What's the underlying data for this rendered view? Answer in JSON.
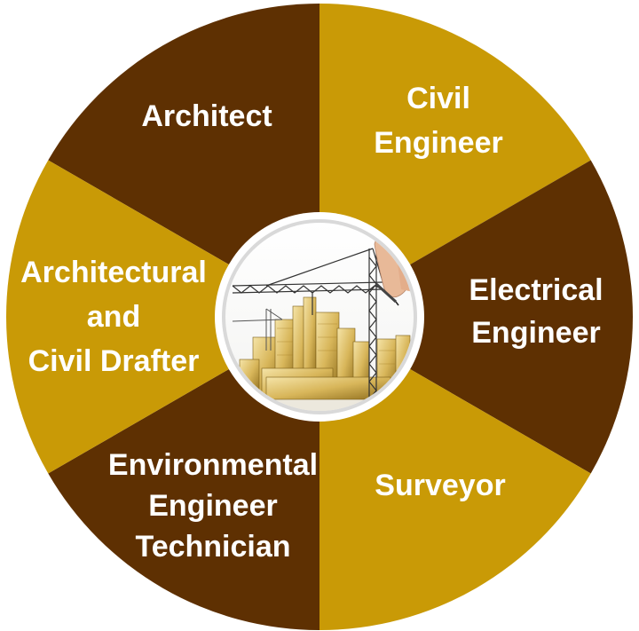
{
  "colors": {
    "dark": "#5e3002",
    "gold": "#c99a06",
    "label": "#ffffff",
    "hub_ring": "#e9e9e9"
  },
  "segments": [
    {
      "id": "architect",
      "lines": [
        "Architect"
      ],
      "color": "dark"
    },
    {
      "id": "civil-engineer",
      "lines": [
        "Civil",
        "Engineer"
      ],
      "color": "gold"
    },
    {
      "id": "electrical-engineer",
      "lines": [
        "Electrical",
        "Engineer"
      ],
      "color": "dark"
    },
    {
      "id": "surveyor",
      "lines": [
        "Surveyor"
      ],
      "color": "gold"
    },
    {
      "id": "environmental-engineer-technician",
      "lines": [
        "Environmental",
        "Engineer",
        "Technician"
      ],
      "color": "dark"
    },
    {
      "id": "architectural-civil-drafter",
      "lines": [
        "Architectural",
        "and",
        "Civil Drafter"
      ],
      "color": "gold"
    }
  ],
  "center_image": {
    "name": "construction-crane-city-image"
  }
}
